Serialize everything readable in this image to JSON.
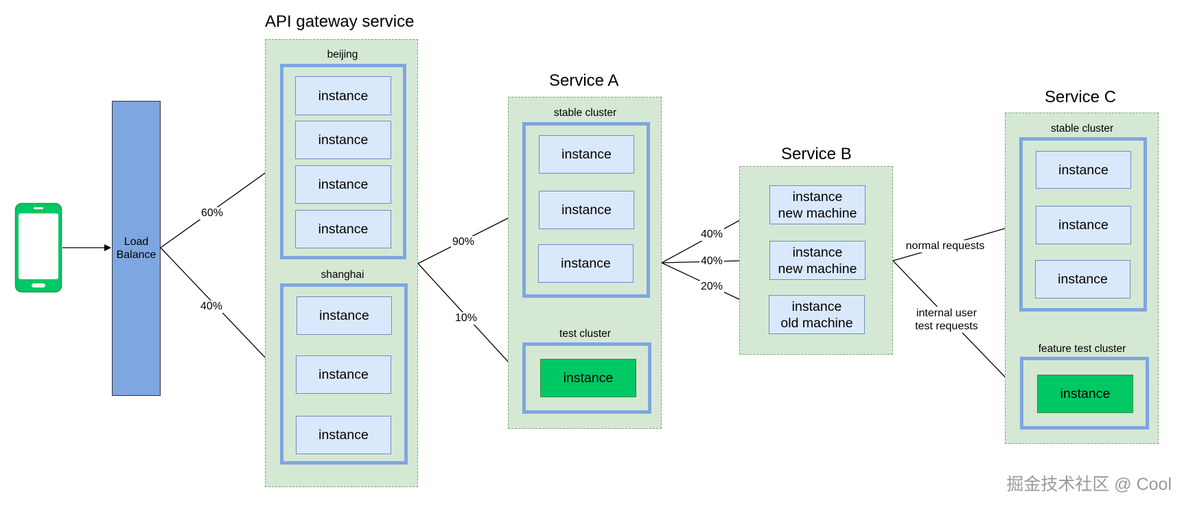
{
  "load_balancer": {
    "label_line1": "Load",
    "label_line2": "Balance"
  },
  "gateway": {
    "title": "API gateway service",
    "beijing": {
      "label": "beijing",
      "instances": [
        "instance",
        "instance",
        "instance",
        "instance"
      ]
    },
    "shanghai": {
      "label": "shanghai",
      "instances": [
        "instance",
        "instance",
        "instance"
      ]
    }
  },
  "service_a": {
    "title": "Service A",
    "stable": {
      "label": "stable cluster",
      "instances": [
        "instance",
        "instance",
        "instance"
      ]
    },
    "test": {
      "label": "test cluster",
      "instances": [
        "instance"
      ]
    }
  },
  "service_b": {
    "title": "Service B",
    "instances": [
      {
        "line1": "instance",
        "line2": "new machine"
      },
      {
        "line1": "instance",
        "line2": "new machine"
      },
      {
        "line1": "instance",
        "line2": "old machine"
      }
    ]
  },
  "service_c": {
    "title": "Service C",
    "stable": {
      "label": "stable cluster",
      "instances": [
        "instance",
        "instance",
        "instance"
      ]
    },
    "feature": {
      "label": "feature test cluster",
      "instances": [
        "instance"
      ]
    }
  },
  "edges": {
    "lb_to_beijing": "60%",
    "lb_to_shanghai": "40%",
    "gw_to_stable": "90%",
    "gw_to_test": "10%",
    "a_to_b1": "40%",
    "a_to_b2": "40%",
    "a_to_b3": "20%",
    "b_to_c_normal": "normal requests",
    "b_to_c_internal_line1": "internal user",
    "b_to_c_internal_line2": "test requests"
  },
  "watermark": "掘金技术社区 @ Cool",
  "colors": {
    "group_fill": "#d5e8d4",
    "cluster_border": "#7ea6e0",
    "instance_fill": "#dae8fc",
    "test_instance_fill": "#00c864",
    "load_balancer_fill": "#7ea6e0",
    "phone_green": "#00c864"
  }
}
